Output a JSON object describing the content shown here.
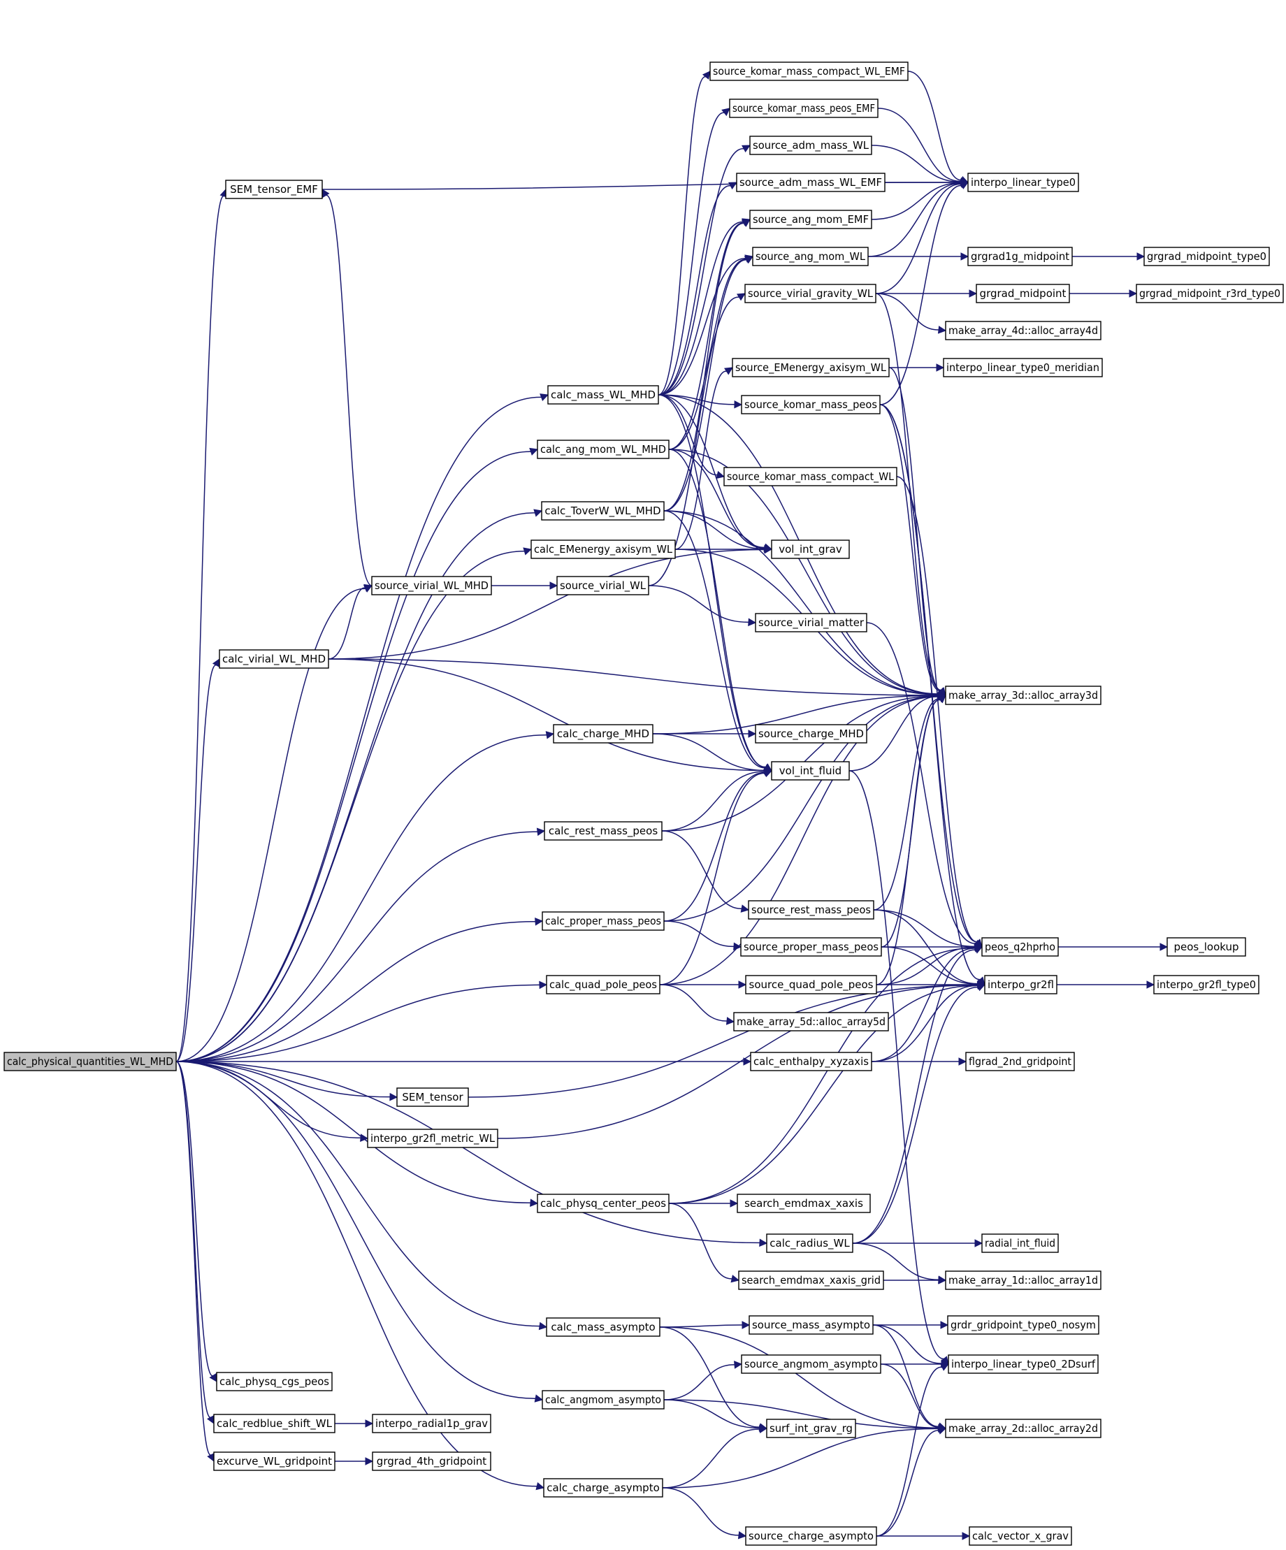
{
  "nodes": [
    {
      "id": "root",
      "label": "calc_physical_quantities_WL_MHD",
      "root": true
    },
    {
      "id": "sem_emf",
      "label": "SEM_tensor_EMF"
    },
    {
      "id": "skmcwe",
      "label": "source_komar_mass_compact_WL_EMF"
    },
    {
      "id": "skmpe",
      "label": "source_komar_mass_peos_EMF"
    },
    {
      "id": "sadm",
      "label": "source_adm_mass_WL"
    },
    {
      "id": "sadme",
      "label": "source_adm_mass_WL_EMF"
    },
    {
      "id": "ilt0",
      "label": "interpo_linear_type0"
    },
    {
      "id": "same",
      "label": "source_ang_mom_EMF"
    },
    {
      "id": "samw",
      "label": "source_ang_mom_WL"
    },
    {
      "id": "g1mp",
      "label": "grgrad1g_midpoint"
    },
    {
      "id": "gmpt0",
      "label": "grgrad_midpoint_type0"
    },
    {
      "id": "svgw",
      "label": "source_virial_gravity_WL"
    },
    {
      "id": "gmp",
      "label": "grgrad_midpoint"
    },
    {
      "id": "gmpr3",
      "label": "grgrad_midpoint_r3rd_type0"
    },
    {
      "id": "ma4",
      "label": "make_array_4d::alloc_array4d"
    },
    {
      "id": "seax",
      "label": "source_EMenergy_axisym_WL"
    },
    {
      "id": "iltm",
      "label": "interpo_linear_type0_meridian"
    },
    {
      "id": "cmw",
      "label": "calc_mass_WL_MHD"
    },
    {
      "id": "skmp",
      "label": "source_komar_mass_peos"
    },
    {
      "id": "camw",
      "label": "calc_ang_mom_WL_MHD"
    },
    {
      "id": "skmcw",
      "label": "source_komar_mass_compact_WL"
    },
    {
      "id": "ctw",
      "label": "calc_ToverW_WL_MHD"
    },
    {
      "id": "cea",
      "label": "calc_EMenergy_axisym_WL"
    },
    {
      "id": "vig",
      "label": "vol_int_grav"
    },
    {
      "id": "svwm",
      "label": "source_virial_WL_MHD"
    },
    {
      "id": "svw",
      "label": "source_virial_WL"
    },
    {
      "id": "svm",
      "label": "source_virial_matter"
    },
    {
      "id": "cvw",
      "label": "calc_virial_WL_MHD"
    },
    {
      "id": "ma3",
      "label": "make_array_3d::alloc_array3d"
    },
    {
      "id": "cch",
      "label": "calc_charge_MHD"
    },
    {
      "id": "sch",
      "label": "source_charge_MHD"
    },
    {
      "id": "vif",
      "label": "vol_int_fluid"
    },
    {
      "id": "crm",
      "label": "calc_rest_mass_peos"
    },
    {
      "id": "srm",
      "label": "source_rest_mass_peos"
    },
    {
      "id": "cpm",
      "label": "calc_proper_mass_peos"
    },
    {
      "id": "spm",
      "label": "source_proper_mass_peos"
    },
    {
      "id": "pq",
      "label": "peos_q2hprho"
    },
    {
      "id": "pl",
      "label": "peos_lookup"
    },
    {
      "id": "cqp",
      "label": "calc_quad_pole_peos"
    },
    {
      "id": "sqp",
      "label": "source_quad_pole_peos"
    },
    {
      "id": "ig2",
      "label": "interpo_gr2fl"
    },
    {
      "id": "ig2t0",
      "label": "interpo_gr2fl_type0"
    },
    {
      "id": "ma5",
      "label": "make_array_5d::alloc_array5d"
    },
    {
      "id": "cex",
      "label": "calc_enthalpy_xyzaxis"
    },
    {
      "id": "fg2",
      "label": "flgrad_2nd_gridpoint"
    },
    {
      "id": "semt",
      "label": "SEM_tensor"
    },
    {
      "id": "igmw",
      "label": "interpo_gr2fl_metric_WL"
    },
    {
      "id": "cpc",
      "label": "calc_physq_center_peos"
    },
    {
      "id": "sex",
      "label": "search_emdmax_xaxis"
    },
    {
      "id": "crw",
      "label": "calc_radius_WL"
    },
    {
      "id": "rif",
      "label": "radial_int_fluid"
    },
    {
      "id": "sexg",
      "label": "search_emdmax_xaxis_grid"
    },
    {
      "id": "ma1",
      "label": "make_array_1d::alloc_array1d"
    },
    {
      "id": "cma",
      "label": "calc_mass_asympto"
    },
    {
      "id": "sma",
      "label": "source_mass_asympto"
    },
    {
      "id": "ggt0",
      "label": "grdr_gridpoint_type0_nosym"
    },
    {
      "id": "cpcgs",
      "label": "calc_physq_cgs_peos"
    },
    {
      "id": "caa",
      "label": "calc_angmom_asympto"
    },
    {
      "id": "saa",
      "label": "source_angmom_asympto"
    },
    {
      "id": "ilt2",
      "label": "interpo_linear_type0_2Dsurf"
    },
    {
      "id": "crb",
      "label": "calc_redblue_shift_WL"
    },
    {
      "id": "irg",
      "label": "interpo_radial1p_grav"
    },
    {
      "id": "sig",
      "label": "surf_int_grav_rg"
    },
    {
      "id": "ma2",
      "label": "make_array_2d::alloc_array2d"
    },
    {
      "id": "ecw",
      "label": "excurve_WL_gridpoint"
    },
    {
      "id": "g4g",
      "label": "grgrad_4th_gridpoint"
    },
    {
      "id": "cca",
      "label": "calc_charge_asympto"
    },
    {
      "id": "sca",
      "label": "source_charge_asympto"
    },
    {
      "id": "cvx",
      "label": "calc_vector_x_grav"
    }
  ],
  "edges": [
    [
      "root",
      "sem_emf"
    ],
    [
      "root",
      "cmw"
    ],
    [
      "root",
      "camw"
    ],
    [
      "root",
      "ctw"
    ],
    [
      "root",
      "cea"
    ],
    [
      "root",
      "svwm"
    ],
    [
      "root",
      "cvw"
    ],
    [
      "root",
      "cch"
    ],
    [
      "root",
      "crm"
    ],
    [
      "root",
      "cpm"
    ],
    [
      "root",
      "cqp"
    ],
    [
      "root",
      "cex"
    ],
    [
      "root",
      "semt"
    ],
    [
      "root",
      "igmw"
    ],
    [
      "root",
      "cpc"
    ],
    [
      "root",
      "crw"
    ],
    [
      "root",
      "cma"
    ],
    [
      "root",
      "caa"
    ],
    [
      "root",
      "cpcgs"
    ],
    [
      "root",
      "crb"
    ],
    [
      "root",
      "ecw"
    ],
    [
      "root",
      "cca"
    ],
    [
      "sem_emf",
      "ilt0"
    ],
    [
      "cmw",
      "skmcwe"
    ],
    [
      "cmw",
      "skmpe"
    ],
    [
      "cmw",
      "sadm"
    ],
    [
      "cmw",
      "sadme"
    ],
    [
      "cmw",
      "same"
    ],
    [
      "cmw",
      "samw"
    ],
    [
      "cmw",
      "skmp"
    ],
    [
      "cmw",
      "skmcw"
    ],
    [
      "cmw",
      "vig"
    ],
    [
      "cmw",
      "vif"
    ],
    [
      "cmw",
      "ma3"
    ],
    [
      "skmcwe",
      "ilt0"
    ],
    [
      "skmpe",
      "ilt0"
    ],
    [
      "sadm",
      "ilt0"
    ],
    [
      "sadme",
      "ilt0"
    ],
    [
      "same",
      "ilt0"
    ],
    [
      "samw",
      "ilt0"
    ],
    [
      "samw",
      "g1mp"
    ],
    [
      "g1mp",
      "gmpt0"
    ],
    [
      "svgw",
      "gmp"
    ],
    [
      "svgw",
      "ma4"
    ],
    [
      "svgw",
      "ma3"
    ],
    [
      "svgw",
      "ilt0"
    ],
    [
      "gmp",
      "gmpr3"
    ],
    [
      "seax",
      "iltm"
    ],
    [
      "seax",
      "ma3"
    ],
    [
      "skmp",
      "ilt0"
    ],
    [
      "skmp",
      "pq"
    ],
    [
      "skmp",
      "ma3"
    ],
    [
      "skmp",
      "ig2"
    ],
    [
      "skmcw",
      "pq"
    ],
    [
      "camw",
      "same"
    ],
    [
      "camw",
      "samw"
    ],
    [
      "camw",
      "vig"
    ],
    [
      "camw",
      "vif"
    ],
    [
      "camw",
      "ma3"
    ],
    [
      "ctw",
      "same"
    ],
    [
      "ctw",
      "samw"
    ],
    [
      "ctw",
      "vig"
    ],
    [
      "ctw",
      "vif"
    ],
    [
      "ctw",
      "ma3"
    ],
    [
      "cea",
      "seax"
    ],
    [
      "cea",
      "vig"
    ],
    [
      "cea",
      "ma3"
    ],
    [
      "svwm",
      "sem_emf"
    ],
    [
      "svwm",
      "svw"
    ],
    [
      "svw",
      "svgw"
    ],
    [
      "svw",
      "svm"
    ],
    [
      "svm",
      "pq"
    ],
    [
      "cvw",
      "svwm"
    ],
    [
      "cvw",
      "vig"
    ],
    [
      "cvw",
      "ma3"
    ],
    [
      "cvw",
      "vif"
    ],
    [
      "cch",
      "sch"
    ],
    [
      "cch",
      "vif"
    ],
    [
      "cch",
      "ma3"
    ],
    [
      "vif",
      "ma3"
    ],
    [
      "vif",
      "ilt2"
    ],
    [
      "crm",
      "vif"
    ],
    [
      "crm",
      "srm"
    ],
    [
      "crm",
      "ma3"
    ],
    [
      "srm",
      "pq"
    ],
    [
      "srm",
      "ig2"
    ],
    [
      "srm",
      "ma3"
    ],
    [
      "cpm",
      "vif"
    ],
    [
      "cpm",
      "spm"
    ],
    [
      "cpm",
      "ma3"
    ],
    [
      "spm",
      "pq"
    ],
    [
      "spm",
      "ig2"
    ],
    [
      "spm",
      "ma3"
    ],
    [
      "pq",
      "pl"
    ],
    [
      "cqp",
      "vif"
    ],
    [
      "cqp",
      "sqp"
    ],
    [
      "cqp",
      "ma5"
    ],
    [
      "cqp",
      "ma3"
    ],
    [
      "sqp",
      "pq"
    ],
    [
      "sqp",
      "ig2"
    ],
    [
      "sqp",
      "ma3"
    ],
    [
      "ig2",
      "ig2t0"
    ],
    [
      "cex",
      "pq"
    ],
    [
      "cex",
      "fg2"
    ],
    [
      "cex",
      "ig2"
    ],
    [
      "semt",
      "ig2"
    ],
    [
      "igmw",
      "ig2"
    ],
    [
      "cpc",
      "sex"
    ],
    [
      "cpc",
      "sexg"
    ],
    [
      "cpc",
      "pq"
    ],
    [
      "cpc",
      "ig2"
    ],
    [
      "crw",
      "rif"
    ],
    [
      "crw",
      "ma1"
    ],
    [
      "crw",
      "pq"
    ],
    [
      "crw",
      "ig2"
    ],
    [
      "sexg",
      "ma1"
    ],
    [
      "cma",
      "sma"
    ],
    [
      "cma",
      "sig"
    ],
    [
      "cma",
      "ma2"
    ],
    [
      "sma",
      "ggt0"
    ],
    [
      "sma",
      "ilt2"
    ],
    [
      "sma",
      "ma2"
    ],
    [
      "caa",
      "saa"
    ],
    [
      "caa",
      "sig"
    ],
    [
      "caa",
      "ma2"
    ],
    [
      "saa",
      "ilt2"
    ],
    [
      "saa",
      "ma2"
    ],
    [
      "crb",
      "irg"
    ],
    [
      "ecw",
      "g4g"
    ],
    [
      "cca",
      "sig"
    ],
    [
      "cca",
      "ma2"
    ],
    [
      "cca",
      "sca"
    ],
    [
      "sca",
      "cvx"
    ],
    [
      "sca",
      "ma2"
    ],
    [
      "sca",
      "ilt2"
    ]
  ]
}
